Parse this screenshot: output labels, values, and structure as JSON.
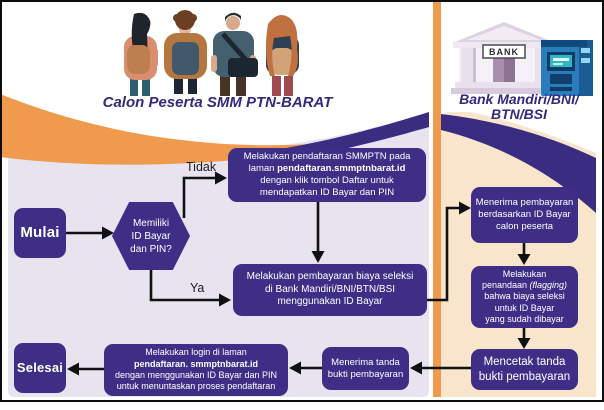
{
  "colors": {
    "box_purple": "#3e2e86",
    "band_purple": "#3a2c80",
    "accent_orange": "#ef9a4d",
    "left_panel": "#e7e3ef",
    "right_panel": "#f8e5cb",
    "title_purple": "#332a7c",
    "arrow_black": "#111111"
  },
  "header": {
    "left_title": "Calon Peserta SMM PTN-BARAT",
    "right_title_line1": "Bank Mandiri/BNI/",
    "right_title_line2": "BTN/BSI",
    "bank_sign": "BANK"
  },
  "flow": {
    "start_label": "Mulai",
    "end_label": "Selesai",
    "decision": {
      "l1": "Memiliki",
      "l2": "ID Bayar",
      "l3": "dan PIN?"
    },
    "branch_no": "Tidak",
    "branch_yes": "Ya",
    "register": {
      "l1": "Melakukan pendaftaran SMMPTN pada",
      "l2_prefix": "laman ",
      "l2_bold": "pendaftaran.smmptnbarat.id",
      "l3": "dengan klik tombol Daftar untuk",
      "l4": "mendapatkan ID Bayar dan PIN"
    },
    "pay": {
      "l1": "Melakukan pembayaran biaya seleksi",
      "l2": "di Bank Mandiri/BNI/BTN/BSI",
      "l3": "menggunakan ID Bayar"
    },
    "receipt": {
      "l1": "Menerima tanda",
      "l2": "bukti pembayaran"
    },
    "login": {
      "l1": "Melakukan login di laman",
      "l2_bold": "pendaftaran. smmptnbarat.id",
      "l3": "dengan menggunakan ID Bayar dan PIN",
      "l4": "untuk menuntaskan proses pendaftaran"
    },
    "bank_receive": {
      "l1": "Menerima pembayaran",
      "l2": "berdasarkan ID Bayar",
      "l3": "calon peserta"
    },
    "bank_flag": {
      "l1": "Melakukan",
      "l2_prefix": "penandaan ",
      "l2_italic": "(flagging)",
      "l3": "bahwa biaya seleksi",
      "l4": "untuk ID Bayar",
      "l5": "yang sudah dibayar"
    },
    "bank_print": {
      "l1": "Mencetak tanda",
      "l2": "bukti pembayaran"
    }
  }
}
